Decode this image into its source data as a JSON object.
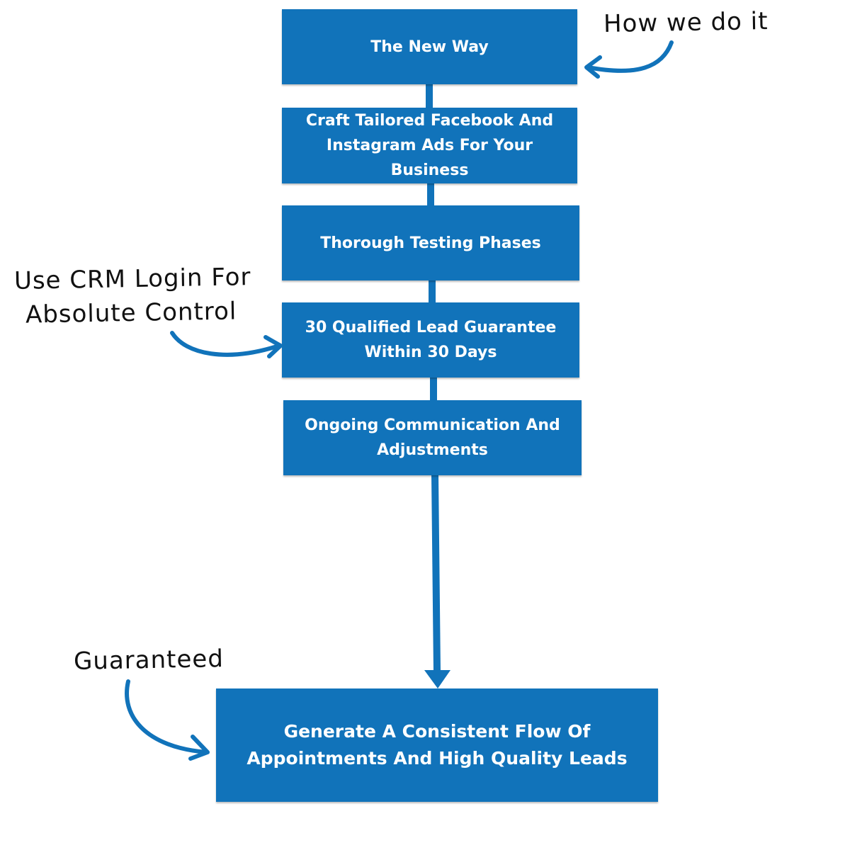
{
  "colors": {
    "box_fill": "#1173BA",
    "box_text": "#ffffff",
    "connector": "#1173BA",
    "annotation_text": "#111111",
    "annotation_arrow": "#1173BA"
  },
  "steps": [
    {
      "label": "The New Way"
    },
    {
      "label": "Craft Tailored Facebook And Instagram Ads For Your Business"
    },
    {
      "label": "Thorough Testing Phases"
    },
    {
      "label": "30 Qualified Lead Guarantee Within 30 Days"
    },
    {
      "label": "Ongoing Communication And Adjustments"
    }
  ],
  "outcome": {
    "label": "Generate A Consistent Flow Of Appointments And High Quality Leads"
  },
  "annotations": {
    "how": "How we do it",
    "crm_line1": "Use CRM Login For",
    "crm_line2": "Absolute Control",
    "guaranteed": "Guaranteed"
  }
}
